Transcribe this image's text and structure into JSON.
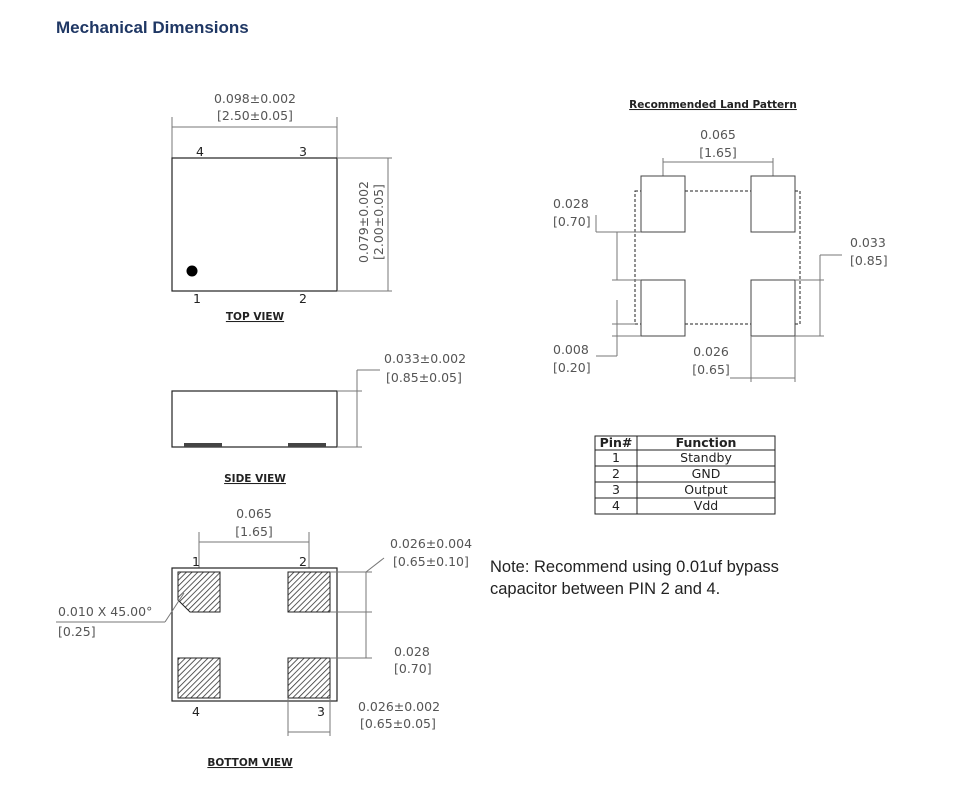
{
  "title": "Mechanical Dimensions",
  "top_view": {
    "label": "TOP VIEW",
    "width_in": "0.098±0.002",
    "width_mm": "[2.50±0.05]",
    "height_in": "0.079±0.002",
    "height_mm": "[2.00±0.05]",
    "pins": [
      "1",
      "2",
      "3",
      "4"
    ]
  },
  "side_view": {
    "label": "SIDE VIEW",
    "thickness_in": "0.033±0.002",
    "thickness_mm": "[0.85±0.05]"
  },
  "bottom_view": {
    "label": "BOTTOM VIEW",
    "pitch_in": "0.065",
    "pitch_mm": "[1.65]",
    "pad_h_in": "0.026±0.004",
    "pad_h_mm": "[0.65±0.10]",
    "chamfer_in": "0.010 X 45.00°",
    "chamfer_mm": "[0.25]",
    "vpitch_in": "0.028",
    "vpitch_mm": "[0.70]",
    "pad_w_in": "0.026±0.002",
    "pad_w_mm": "[0.65±0.05]",
    "pins": [
      "1",
      "2",
      "3",
      "4"
    ]
  },
  "land_pattern": {
    "title": "Recommended Land Pattern",
    "pitch_in": "0.065",
    "pitch_mm": "[1.65]",
    "pad_len_in": "0.028",
    "pad_len_mm": "[0.70]",
    "pad_w2_in": "0.033",
    "pad_w2_mm": "[0.85]",
    "gap_in": "0.008",
    "gap_mm": "[0.20]",
    "pad_w_in": "0.026",
    "pad_w_mm": "[0.65]"
  },
  "pin_table": {
    "headers": [
      "Pin#",
      "Function"
    ],
    "rows": [
      [
        "1",
        "Standby"
      ],
      [
        "2",
        "GND"
      ],
      [
        "3",
        "Output"
      ],
      [
        "4",
        "Vdd"
      ]
    ]
  },
  "note": {
    "line1": "Note: Recommend using 0.01uf bypass",
    "line2": "capacitor between PIN 2 and 4."
  }
}
